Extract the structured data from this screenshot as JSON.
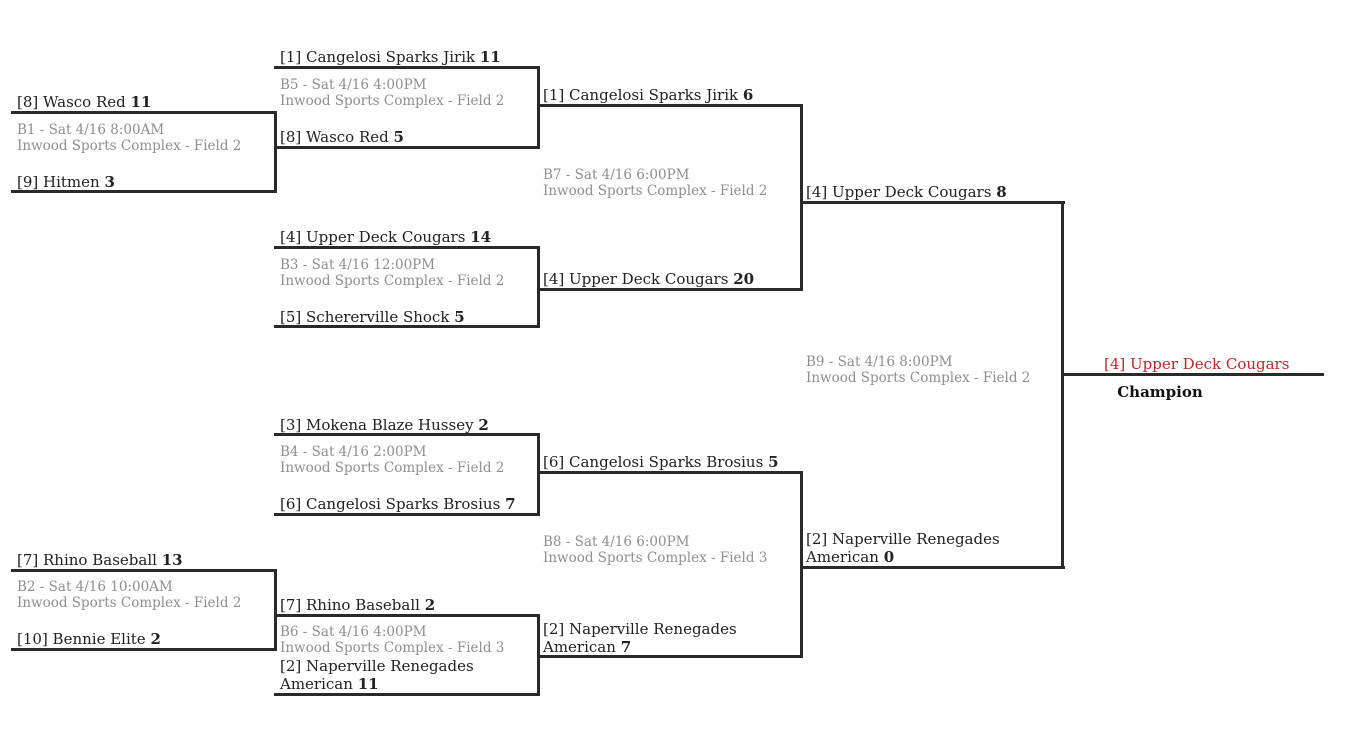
{
  "games": {
    "b1": {
      "info": "B1 - Sat 4/16 8:00AM",
      "venue": "Inwood Sports Complex - Field 2",
      "top": {
        "name": "[8] Wasco Red",
        "score": "11"
      },
      "bottom": {
        "name": "[9] Hitmen",
        "score": "3"
      }
    },
    "b2": {
      "info": "B2 - Sat 4/16 10:00AM",
      "venue": "Inwood Sports Complex - Field 2",
      "top": {
        "name": "[7] Rhino Baseball",
        "score": "13"
      },
      "bottom": {
        "name": "[10] Bennie Elite",
        "score": "2"
      }
    },
    "b5": {
      "info": "B5 - Sat 4/16 4:00PM",
      "venue": "Inwood Sports Complex - Field 2",
      "top": {
        "name": "[1] Cangelosi Sparks Jirik",
        "score": "11"
      },
      "bottom": {
        "name": "[8] Wasco Red",
        "score": "5"
      }
    },
    "b3": {
      "info": "B3 - Sat 4/16 12:00PM",
      "venue": "Inwood Sports Complex - Field 2",
      "top": {
        "name": "[4] Upper Deck Cougars",
        "score": "14"
      },
      "bottom": {
        "name": "[5] Schererville Shock",
        "score": "5"
      }
    },
    "b4": {
      "info": "B4 - Sat 4/16 2:00PM",
      "venue": "Inwood Sports Complex - Field 2",
      "top": {
        "name": "[3] Mokena Blaze Hussey",
        "score": "2"
      },
      "bottom": {
        "name": "[6] Cangelosi Sparks Brosius",
        "score": "7"
      }
    },
    "b6": {
      "info": "B6 - Sat 4/16 4:00PM",
      "venue": "Inwood Sports Complex - Field 3",
      "top": {
        "name": "[7] Rhino Baseball",
        "score": "2"
      },
      "bottom": {
        "name": "[2] Naperville Renegades American",
        "score": "11"
      }
    },
    "b7": {
      "info": "B7 - Sat 4/16 6:00PM",
      "venue": "Inwood Sports Complex - Field 2",
      "top": {
        "name": "[1] Cangelosi Sparks Jirik",
        "score": "6"
      },
      "bottom": {
        "name": "[4] Upper Deck Cougars",
        "score": "20"
      }
    },
    "b8": {
      "info": "B8 - Sat 4/16 6:00PM",
      "venue": "Inwood Sports Complex - Field 3",
      "top": {
        "name": "[6] Cangelosi Sparks Brosius",
        "score": "5"
      },
      "bottom": {
        "name": "[2] Naperville Renegades American",
        "score": "7"
      }
    },
    "b9": {
      "info": "B9 - Sat 4/16 8:00PM",
      "venue": "Inwood Sports Complex - Field 2",
      "top": {
        "name": "[4] Upper Deck Cougars",
        "score": "8"
      },
      "bottom": {
        "name": "[2] Naperville Renegades American",
        "score": "0"
      }
    }
  },
  "champion": {
    "name": "[4] Upper Deck Cougars",
    "label": "Champion",
    "color": "#c0272d"
  }
}
